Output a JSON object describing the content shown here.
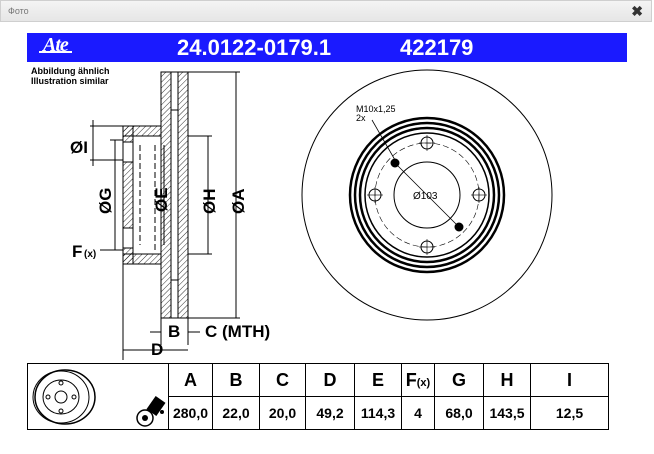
{
  "window": {
    "title": "Фото",
    "close_glyph": "✖"
  },
  "header": {
    "logo": "Ate",
    "part_number": "24.0122-0179.1",
    "code": "422179"
  },
  "note": {
    "line1": "Abbildung ähnlich",
    "line2": "Illustration similar"
  },
  "labels": {
    "I": "ØI",
    "G": "ØG",
    "E": "ØE",
    "H": "ØH",
    "A": "ØA",
    "F": "F",
    "F_suffix": "(x)",
    "B": "B",
    "C": "C (MTH)",
    "D": "D",
    "thread": "M10x1,25",
    "thread_count": "2x",
    "pcd": "Ø103"
  },
  "table": {
    "headers": [
      "A",
      "B",
      "C",
      "D",
      "E",
      "F",
      "G",
      "H",
      "I"
    ],
    "f_suffix": "(x)",
    "values": [
      "280,0",
      "22,0",
      "20,0",
      "49,2",
      "114,3",
      "4",
      "68,0",
      "143,5",
      "12,5"
    ]
  },
  "colors": {
    "header_bg": "#1a1aff",
    "header_text": "#ffffff"
  }
}
